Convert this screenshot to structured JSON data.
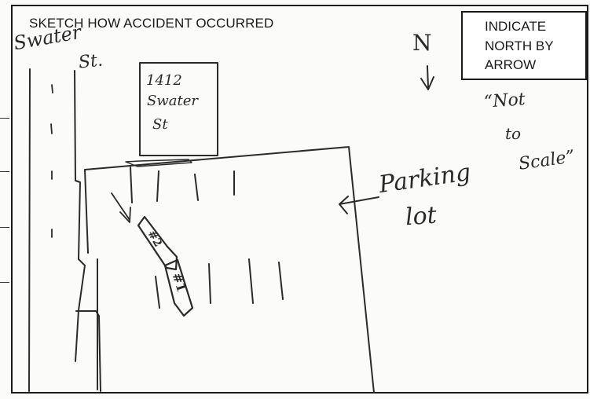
{
  "form": {
    "heading": "SKETCH HOW ACCIDENT OCCURRED",
    "north_box_lines": [
      "INDICATE",
      "NORTH BY",
      "ARROW"
    ]
  },
  "handwriting": {
    "street_name_1": "Swater",
    "street_name_2": "St.",
    "building_line_1": "1412",
    "building_line_2": "Swater",
    "building_line_3": "St",
    "north_letter": "N",
    "note_line_1": "“Not",
    "note_line_2": "to",
    "note_line_3": "Scale”",
    "parking_line_1": "Parking",
    "parking_line_2": "lot",
    "vehicle_2": "#2",
    "vehicle_1": "#1"
  },
  "icons": [
    "north-arrow-icon",
    "pointer-arrow-icon",
    "motion-arrow-icon"
  ]
}
